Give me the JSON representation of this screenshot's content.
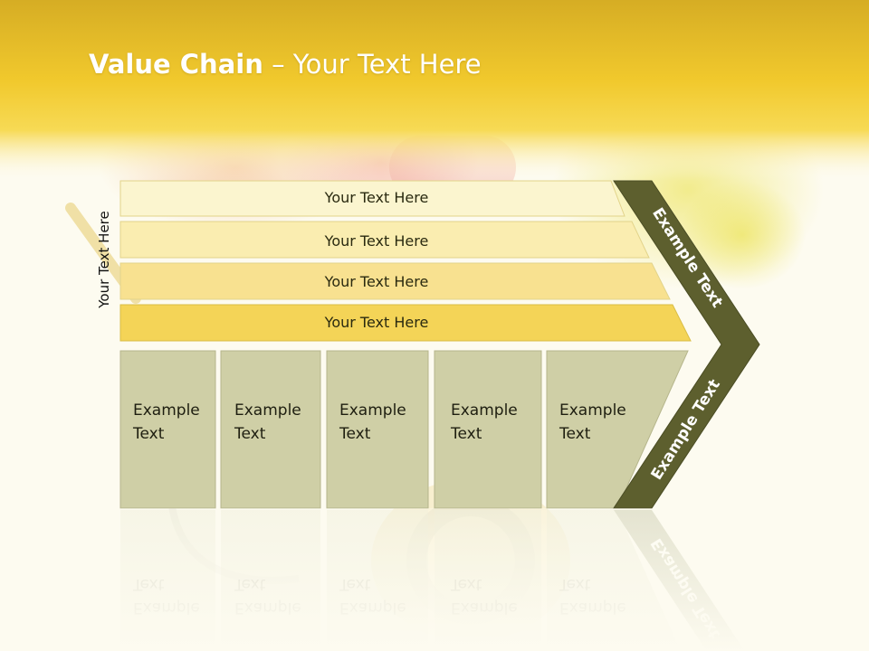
{
  "slide": {
    "title_bold": "Value Chain",
    "title_rest": " – Your Text Here",
    "side_label": "Your Text Here"
  },
  "bars": [
    {
      "label": "Your Text Here"
    },
    {
      "label": "Your Text Here"
    },
    {
      "label": "Your Text Here"
    },
    {
      "label": "Your Text Here"
    }
  ],
  "boxes": [
    {
      "line1": "Example",
      "line2": "Text"
    },
    {
      "line1": "Example",
      "line2": "Text"
    },
    {
      "line1": "Example",
      "line2": "Text"
    },
    {
      "line1": "Example",
      "line2": "Text"
    },
    {
      "line1": "Example",
      "line2": "Text"
    }
  ],
  "chevron": {
    "upper_label": "Example Text",
    "lower_label": "Example Text"
  },
  "colors": {
    "header_gold": "#e4b92a",
    "header_yellow": "#f5cf2e",
    "chevron_olive": "#5d5f2e",
    "box_fill": "#cfcfa6",
    "bar_light": "#fbf5cf",
    "bar_dark": "#f4d457"
  }
}
